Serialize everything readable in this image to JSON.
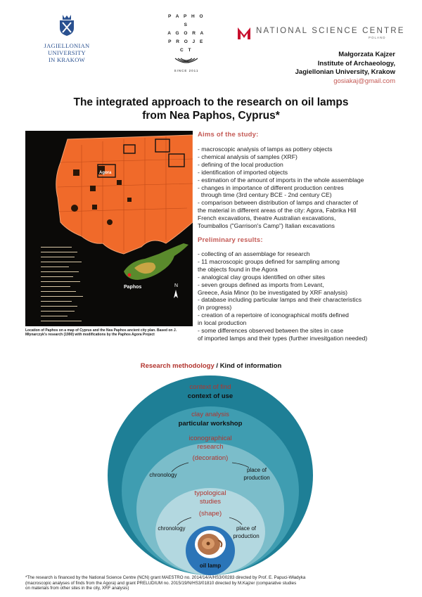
{
  "logos": {
    "jagiellonian": {
      "line1": "JAGIELLONIAN UNIVERSITY",
      "line2": "IN KRAKOW"
    },
    "paphos_agora": {
      "letters": [
        "P A P H O S",
        "A G O R A",
        "P R O J E C T"
      ],
      "since": "SINCE 2011"
    },
    "ncn": {
      "name": "NATIONAL SCIENCE CENTRE",
      "country": "POLAND"
    }
  },
  "author": {
    "name": "Małgorzata Kajzer",
    "institute": "Institute of Archaeology,",
    "university": "Jagiellonian University, Krakow",
    "email": "gosiakaj@gmail.com"
  },
  "title": {
    "line1": "The integrated approach to the research on oil lamps",
    "line2": "from Nea Paphos, Cyprus*"
  },
  "map": {
    "label_agora": "Agora",
    "label_paphos": "Paphos",
    "north": "N",
    "caption": "Location of Paphos on a map of Cyprus and the Nea Paphos ancient city plan. Based on J. Młynarczyk's research (1990) with modifications by the Paphos Agora Project"
  },
  "aims": {
    "heading": "Aims of the study:",
    "lines": [
      "- macroscopic analysis of lamps as pottery objects",
      "- chemical analysis of samples (XRF)",
      "- defining of the local production",
      "- identification of imported objects",
      "- estimation of the amount of imports in the whole assemblage",
      "- changes in importance of different production centres",
      "  through time (3rd century BCE - 2nd century CE)",
      "- comparison between distribution of lamps and character of",
      "the material in different areas of the city: Agora, Fabrika Hill",
      "French excavations, theatre Australian excavations,",
      "Toumballos (\"Garrison's Camp\") Italian excavations"
    ]
  },
  "preliminary": {
    "heading": "Preliminary results:",
    "lines": [
      "- collecting of an assemblage for research",
      "- 11 macroscopic groups defined for sampling among",
      "the objects found in the Agora",
      "- analogical clay groups identified on other sites",
      "- seven groups defined as imports from Levant,",
      "Greece, Asia Minor (to be investigated by XRF analysis)",
      "- database including particular lamps and their characteristics",
      "(in progress)",
      "- creation of a repertoire of iconographical motifs defined",
      "in local production",
      "- some differences observed between the sites in case",
      "of imported lamps and their types (further invesitgation needed)"
    ]
  },
  "methodology": {
    "heading_red": "Research methodology",
    "separator": " / ",
    "heading_black": "Kind of information",
    "rings": {
      "r1_method": "context of find",
      "r1_info": "context of use",
      "r2_method": "clay analysis",
      "r2_info": "particular workshop",
      "r3_method_1": "iconographical",
      "r3_method_2": "research",
      "r3_method_3": "(decoration)",
      "r3_left": "chronology",
      "r3_right_1": "place of",
      "r3_right_2": "production",
      "r4_method_1": "typological",
      "r4_method_2": "studies",
      "r4_method_3": "(shape)",
      "r4_left": "chronology",
      "r4_right_1": "place of",
      "r4_right_2": "production",
      "core": "oil lamp"
    },
    "colors": {
      "ring1": "#1e7f96",
      "ring2": "#3f9db1",
      "ring3": "#7bbdca",
      "ring4": "#b3d8e0",
      "core": "#2b75b8",
      "method_text": "#b2342e"
    }
  },
  "footnote": {
    "line1": "*The research is financed by the National Science Centre (NCN) grant MAESTRO no. 2014/14/A/HS3/00283 directed by Prof. E. Papuci-Władyka",
    "line2": "(macroscopic analyses of finds from the Agora) and grant PRELUDIUM no. 2015/19/N/HS3/01810 directed by M.Kajzer (comparative studies",
    "line3": "on materials from other sites in the city, XRF analysis)"
  }
}
